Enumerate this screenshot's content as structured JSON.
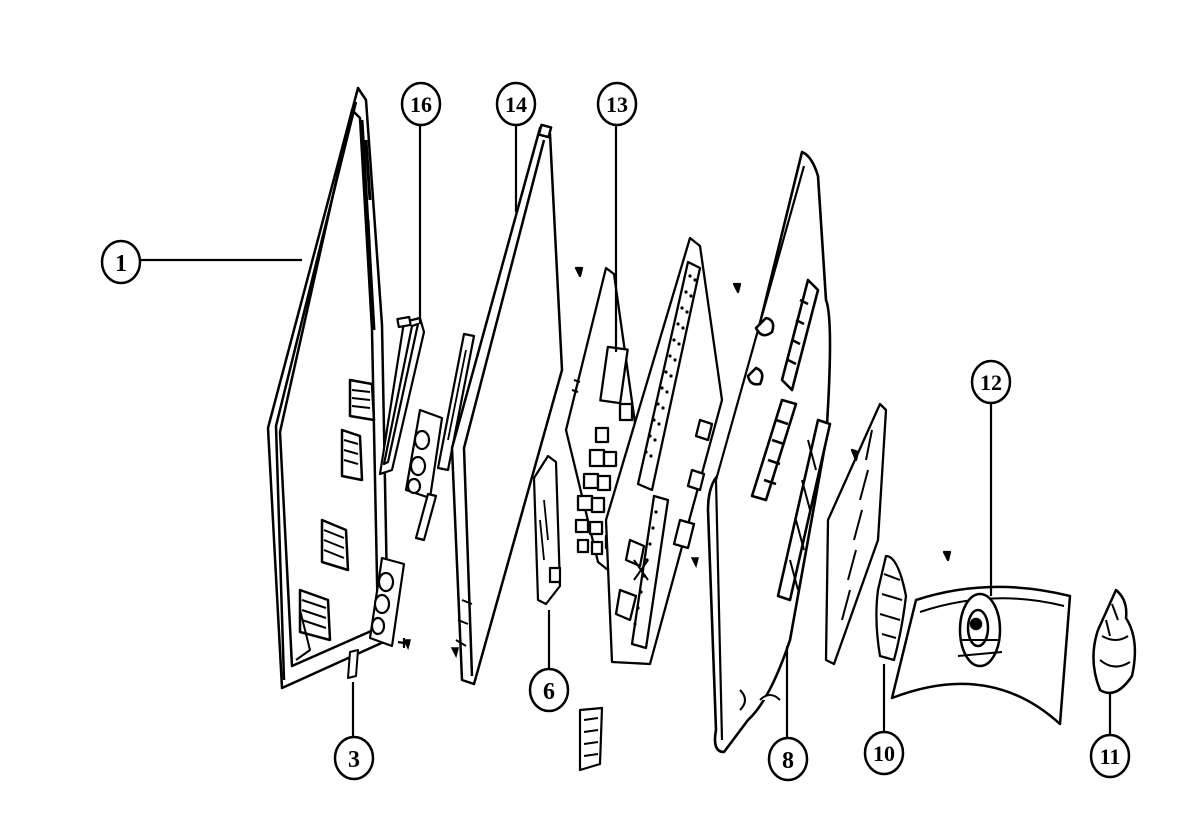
{
  "diagram": {
    "type": "exploded-view",
    "line_color": "#000000",
    "background_color": "#ffffff",
    "callouts": [
      {
        "id": "c1",
        "label": "1"
      },
      {
        "id": "c3",
        "label": "3"
      },
      {
        "id": "c6",
        "label": "6"
      },
      {
        "id": "c8",
        "label": "8"
      },
      {
        "id": "c10",
        "label": "10"
      },
      {
        "id": "c11",
        "label": "11"
      },
      {
        "id": "c12",
        "label": "12"
      },
      {
        "id": "c13",
        "label": "13"
      },
      {
        "id": "c14",
        "label": "14"
      },
      {
        "id": "c16",
        "label": "16"
      }
    ]
  }
}
